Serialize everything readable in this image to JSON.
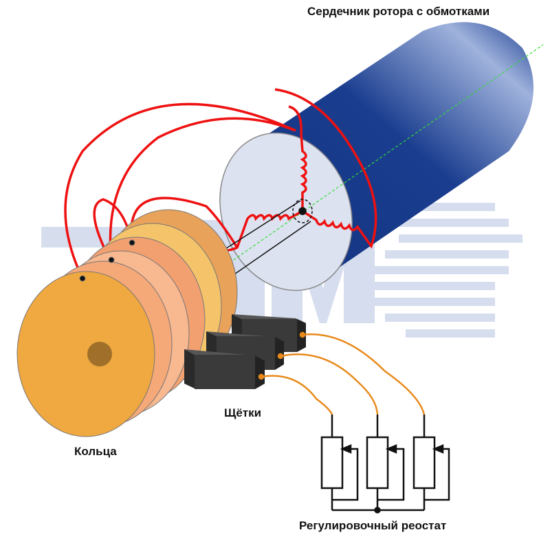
{
  "labels": {
    "rotor_core": "Сердечник ротора с обмотками",
    "rings": "Кольца",
    "brushes": "Щётки",
    "rheostat": "Регулировочный реостат"
  },
  "watermark": "ЭТМ",
  "colors": {
    "rotor_body": "#1a3d8f",
    "rotor_face": "#dde2f1",
    "winding": "#ee1111",
    "ring": "#f0a840",
    "brush": "#3a3a3a",
    "brush_wire": "#e8891a",
    "axis": "#33dd33"
  }
}
